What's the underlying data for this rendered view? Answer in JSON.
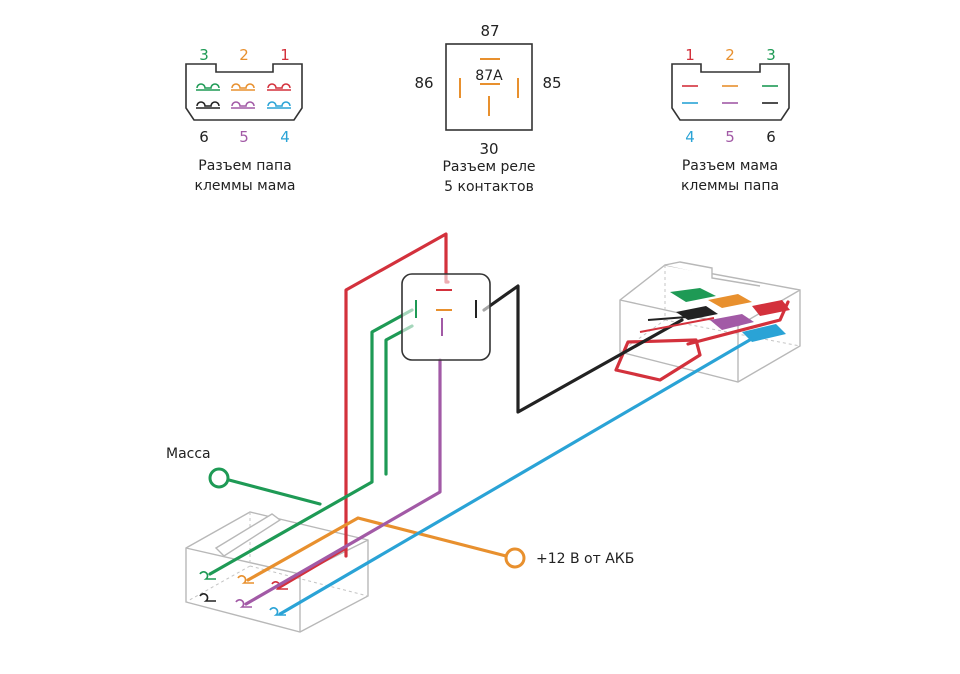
{
  "colors": {
    "green": "#1e9a55",
    "orange": "#e8902e",
    "red": "#d3313c",
    "black": "#222222",
    "violet": "#a25aa6",
    "blue": "#2aa3d6"
  },
  "plug_male": {
    "top_pins": [
      "3",
      "2",
      "1"
    ],
    "bottom_pins": [
      "6",
      "5",
      "4"
    ],
    "caption_line1": "Разъем папа",
    "caption_line2": "клеммы мама"
  },
  "relay": {
    "pin_top": "87",
    "pin_center": "87A",
    "pin_left": "86",
    "pin_right": "85",
    "pin_bottom": "30",
    "caption_line1": "Разъем реле",
    "caption_line2": "5 контактов"
  },
  "plug_female": {
    "top_pins": [
      "1",
      "2",
      "3"
    ],
    "bottom_pins": [
      "4",
      "5",
      "6"
    ],
    "caption_line1": "Разъем мама",
    "caption_line2": "клеммы папа"
  },
  "wiring": {
    "ground_label": "Масса",
    "battery_label": "+12 В от АКБ"
  }
}
